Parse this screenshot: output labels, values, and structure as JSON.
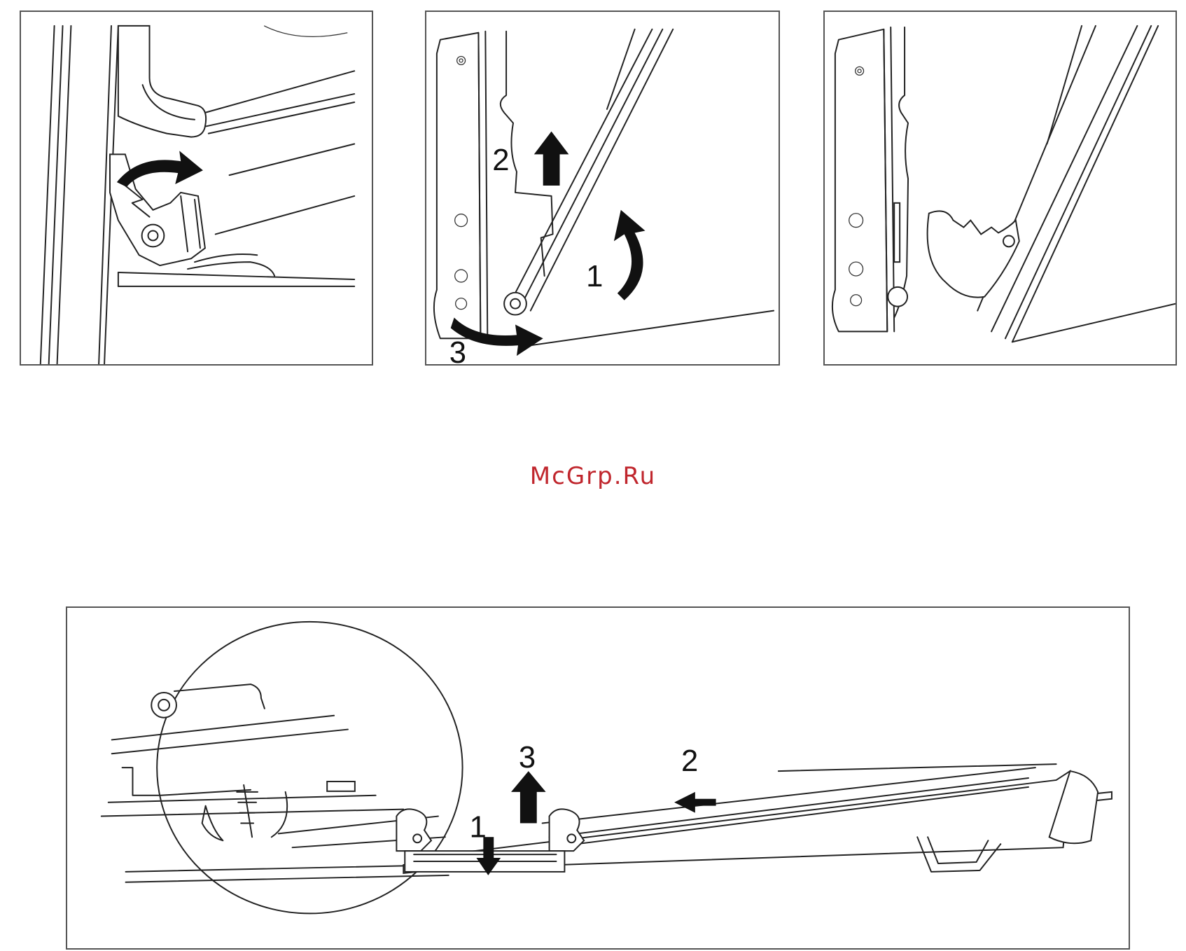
{
  "watermark": {
    "text": "McGrp.Ru",
    "color": "#c0262d"
  },
  "panels": {
    "panel2": {
      "step_labels": [
        "2",
        "1",
        "3"
      ]
    },
    "panel4": {
      "step_labels": [
        "3",
        "2",
        "1"
      ]
    }
  },
  "colors": {
    "line": "#222222",
    "border": "#555555",
    "arrow": "#111111"
  }
}
